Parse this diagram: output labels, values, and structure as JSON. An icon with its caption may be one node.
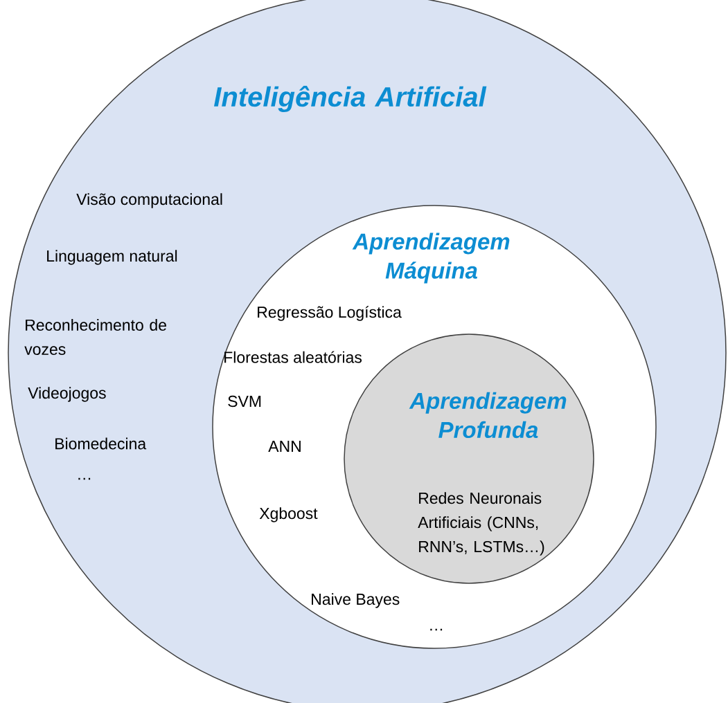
{
  "diagram": {
    "nodes": [
      {
        "text": [
          "Inteligência Artificial",
          "Visão computacional",
          "Linguagem natural",
          "Reconhecimento de vozes",
          "Videojogos",
          "Biomedecina",
          "…"
        ]
      },
      {
        "text": [
          "Aprendizagem Máquina",
          "Regressão Logística",
          "Florestas aleatórias",
          "SVM",
          "ANN",
          "Xgboost",
          "Naive Bayes",
          "…"
        ],
        "in": 0
      },
      {
        "text": [
          "Aprendizagem Profunda",
          "Redes Neuronais Artificiais (CNNs, RNN’s, LSTMs…)"
        ],
        "in": 1
      }
    ],
    "edges": []
  }
}
